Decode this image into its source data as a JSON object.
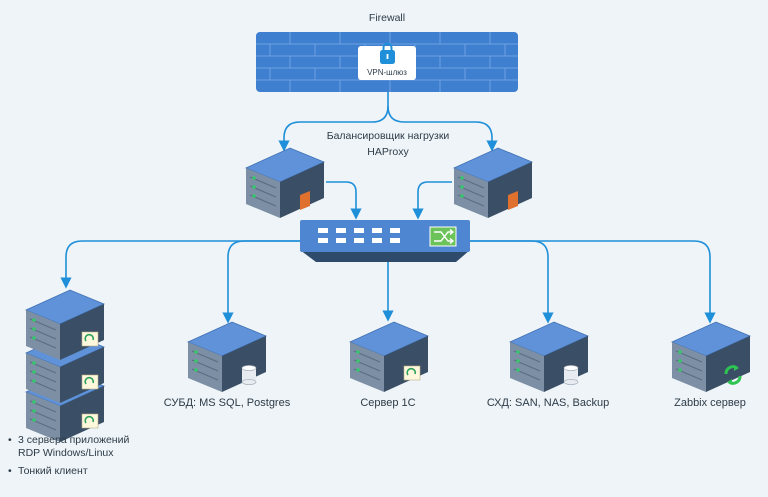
{
  "firewall": {
    "title": "Firewall",
    "vpn_label": "VPN-шлюз",
    "icon": "lock-icon"
  },
  "balancer": {
    "line1": "Балансировщик нагрузки",
    "line2": "HAProxy"
  },
  "servers": {
    "db": "СУБД: MS SQL, Postgres",
    "c1": "Сервер 1С",
    "storage": "СХД: SAN, NAS, Backup",
    "zabbix": "Zabbix сервер"
  },
  "notes": {
    "apps_line1": "3 сервера приложений",
    "apps_line2": "RDP Windows/Linux",
    "thin_client": "Тонкий клиент"
  },
  "colors": {
    "background": "#eef4f7",
    "connector": "#1e8fd8",
    "firewall_fill": "#3f7fd0",
    "server_top": "#5d8fd6",
    "server_front": "#7a8ea3",
    "accent_orange": "#e0702e",
    "accent_green": "#2ec452"
  }
}
